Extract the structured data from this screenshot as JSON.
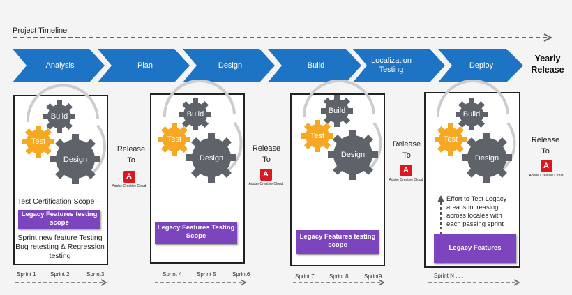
{
  "timeline": {
    "label": "Project Timeline"
  },
  "phases": [
    {
      "label": "Analysis"
    },
    {
      "label": "Plan"
    },
    {
      "label": "Design"
    },
    {
      "label": "Build"
    },
    {
      "label": "Localization Testing"
    },
    {
      "label": "Deploy"
    }
  ],
  "yearly_release": "Yearly Release",
  "gears": {
    "build": "Build",
    "test": "Test",
    "design": "Design"
  },
  "release": {
    "line1": "Release",
    "line2": "To",
    "product": "Adobe Creative Cloud"
  },
  "panel1": {
    "scope_label": "Test Certification Scope  –",
    "badge": "Legacy Features testing scope",
    "notes": "Sprint new feature Testing Bug retesting & Regression testing"
  },
  "panel2": {
    "badge": "Legacy Features Testing Scope"
  },
  "panel3": {
    "badge": "Legacy Features testing scope"
  },
  "panel4": {
    "effort": "Effort to Test Legacy area is increasing across locales with each passing sprint",
    "badge": "Legacy Features"
  },
  "sprints": {
    "group1": [
      "Sprint 1",
      "Sprint 2",
      "Sprint3"
    ],
    "group2": [
      "Sprint 4",
      "Sprint 5",
      "Sprint6"
    ],
    "group3": [
      "Sprint 7",
      "Sprint 8",
      "Sprint9"
    ],
    "group4": [
      "Sprint N . . ."
    ]
  },
  "colors": {
    "phase_arrow": "#1d73c4",
    "gear_gray": "#5d6369",
    "gear_orange": "#f7a823",
    "badge_purple": "#7c44bd",
    "adobe_red": "#d9181f"
  }
}
